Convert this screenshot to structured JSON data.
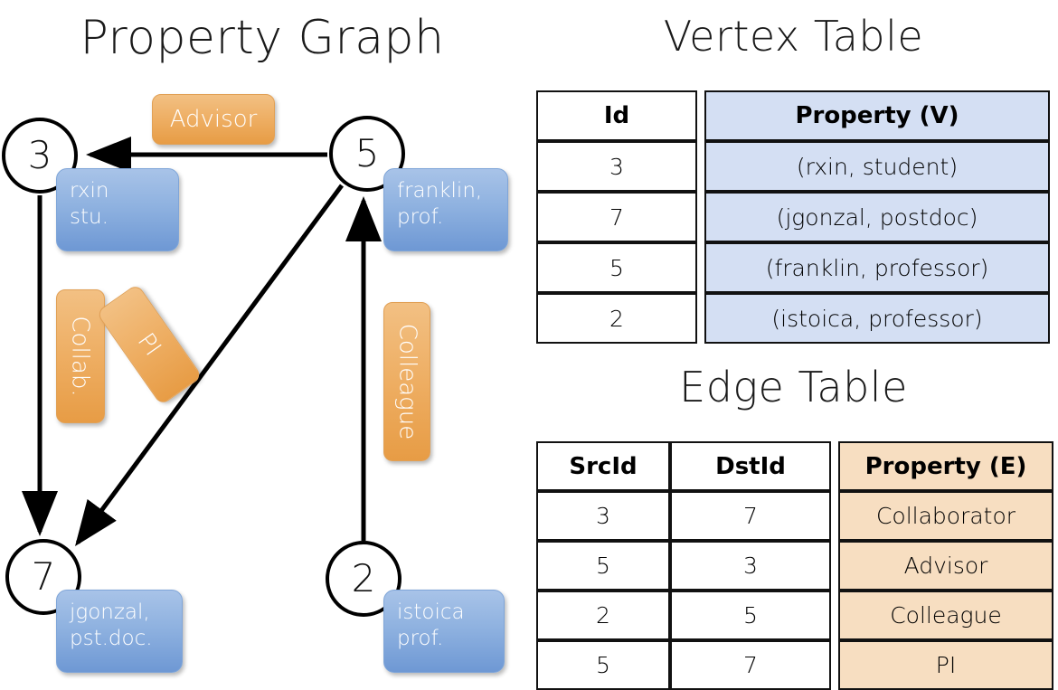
{
  "titles": {
    "property_graph": "Property Graph",
    "vertex_table": "Vertex Table",
    "edge_table": "Edge Table"
  },
  "graph": {
    "nodes": [
      {
        "id": "3",
        "property": "rxin\nstu."
      },
      {
        "id": "5",
        "property": "franklin,\nprof."
      },
      {
        "id": "7",
        "property": "jgonzal,\npst.doc."
      },
      {
        "id": "2",
        "property": "istoica\nprof."
      }
    ],
    "edge_labels": [
      {
        "key": "advisor",
        "label": "Advisor"
      },
      {
        "key": "collab",
        "label": "Collab."
      },
      {
        "key": "pi",
        "label": "PI"
      },
      {
        "key": "colleague",
        "label": "Colleague"
      }
    ],
    "edges": [
      {
        "from": "5",
        "to": "3",
        "label": "Advisor"
      },
      {
        "from": "3",
        "to": "7",
        "label": "Collab."
      },
      {
        "from": "5",
        "to": "7",
        "label": "PI"
      },
      {
        "from": "2",
        "to": "5",
        "label": "Colleague"
      }
    ]
  },
  "vertex_table": {
    "headers": [
      "Id",
      "Property (V)"
    ],
    "rows": [
      {
        "id": "3",
        "property": "(rxin, student)"
      },
      {
        "id": "7",
        "property": "(jgonzal, postdoc)"
      },
      {
        "id": "5",
        "property": "(franklin, professor)"
      },
      {
        "id": "2",
        "property": "(istoica, professor)"
      }
    ]
  },
  "edge_table": {
    "headers": [
      "SrcId",
      "DstId",
      "Property (E)"
    ],
    "rows": [
      {
        "src": "3",
        "dst": "7",
        "property": "Collaborator"
      },
      {
        "src": "5",
        "dst": "3",
        "property": "Advisor"
      },
      {
        "src": "2",
        "dst": "5",
        "property": "Colleague"
      },
      {
        "src": "5",
        "dst": "7",
        "property": "PI"
      }
    ]
  },
  "colors": {
    "vertex_property_fill": "#d4dff3",
    "edge_property_fill": "#f7dec1",
    "node_property_box": "#8fb2e0",
    "edge_label_box": "#eeae63",
    "stroke": "#111111"
  }
}
